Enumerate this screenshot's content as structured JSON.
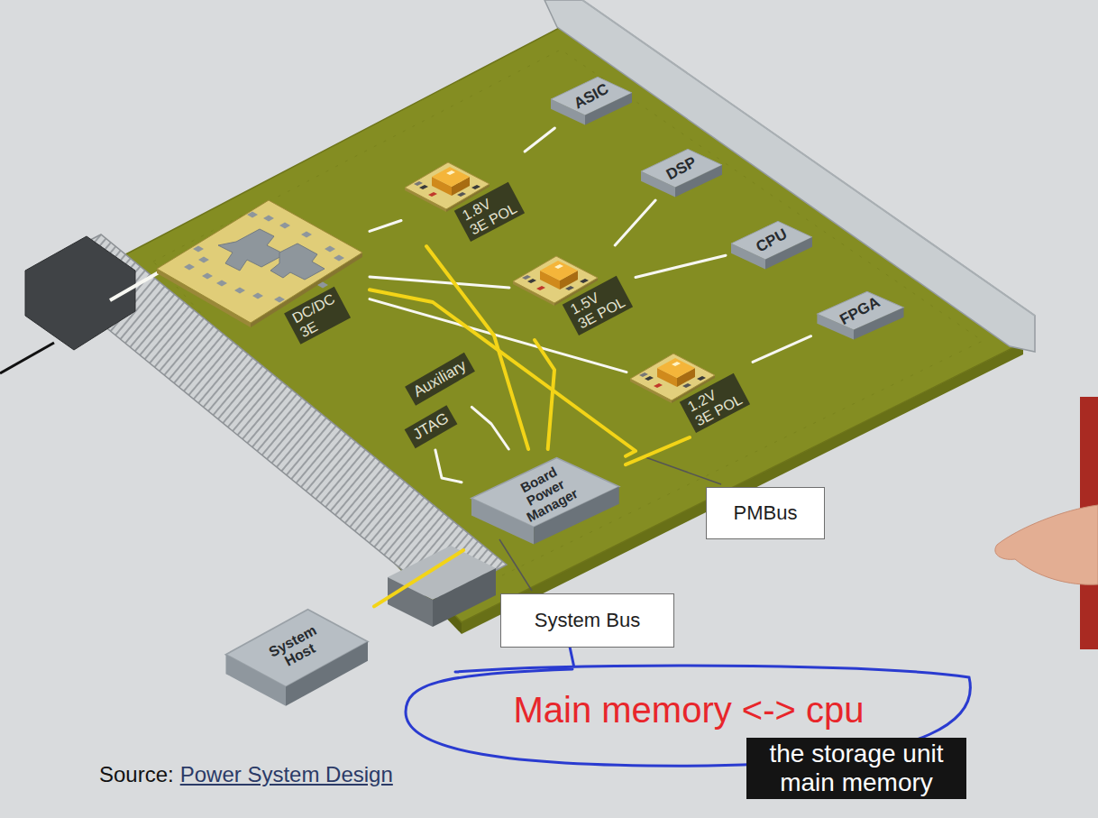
{
  "diagram": {
    "nodes": [
      {
        "text": [
          "ASIC"
        ]
      },
      {
        "text": [
          "DSP"
        ]
      },
      {
        "text": [
          "CPU"
        ]
      },
      {
        "text": [
          "FPGA"
        ]
      },
      {
        "text": [
          "DC/DC",
          "3E"
        ]
      },
      {
        "text": [
          "1.8V",
          "3E POL"
        ]
      },
      {
        "text": [
          "1.5V",
          "3E POL"
        ]
      },
      {
        "text": [
          "1.2V",
          "3E POL"
        ]
      },
      {
        "text": [
          "Auxiliary"
        ]
      },
      {
        "text": [
          "JTAG"
        ]
      },
      {
        "text": [
          "Board Power Manager"
        ]
      },
      {
        "text": [
          "System Host"
        ]
      },
      {
        "text": [
          "PMBus"
        ]
      },
      {
        "text": [
          "System Bus"
        ]
      },
      {
        "text": [
          "Main memory <-> cpu"
        ]
      },
      {
        "text": [
          "the storage unit main memory"
        ]
      }
    ],
    "edges": [
      {
        "from": 4,
        "to": 5,
        "arrow": "none"
      },
      {
        "from": 4,
        "to": 6,
        "arrow": "none"
      },
      {
        "from": 4,
        "to": 7,
        "arrow": "none"
      },
      {
        "from": 5,
        "to": 0,
        "arrow": "none"
      },
      {
        "from": 6,
        "to": 1,
        "arrow": "none"
      },
      {
        "from": 6,
        "to": 2,
        "arrow": "none"
      },
      {
        "from": 7,
        "to": 3,
        "arrow": "none"
      },
      {
        "from": 8,
        "to": 10,
        "arrow": "none"
      },
      {
        "from": 9,
        "to": 10,
        "arrow": "none"
      },
      {
        "from": 10,
        "to": 4,
        "arrow": "none"
      },
      {
        "from": 10,
        "to": 5,
        "arrow": "none"
      },
      {
        "from": 10,
        "to": 6,
        "arrow": "none"
      },
      {
        "from": 10,
        "to": 7,
        "arrow": "none"
      },
      {
        "from": 11,
        "to": 10,
        "arrow": "none"
      },
      {
        "from": 13,
        "to": 14,
        "arrow": "none"
      }
    ],
    "labels": [
      "Source:",
      "Power System Design"
    ]
  }
}
